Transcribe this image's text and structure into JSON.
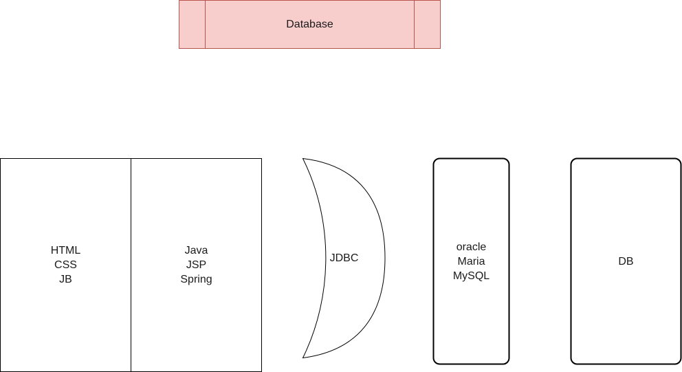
{
  "nodes": {
    "database": {
      "label": "Database",
      "fill": "#f8cecc",
      "stroke": "#b85450"
    },
    "frontend": {
      "label": "HTML\nCSS\nJB"
    },
    "backend": {
      "label": "Java\nJSP\nSpring"
    },
    "jdbc": {
      "label": "JDBC"
    },
    "dbms": {
      "label": "oracle\nMaria\nMySQL"
    },
    "db": {
      "label": "DB"
    }
  }
}
